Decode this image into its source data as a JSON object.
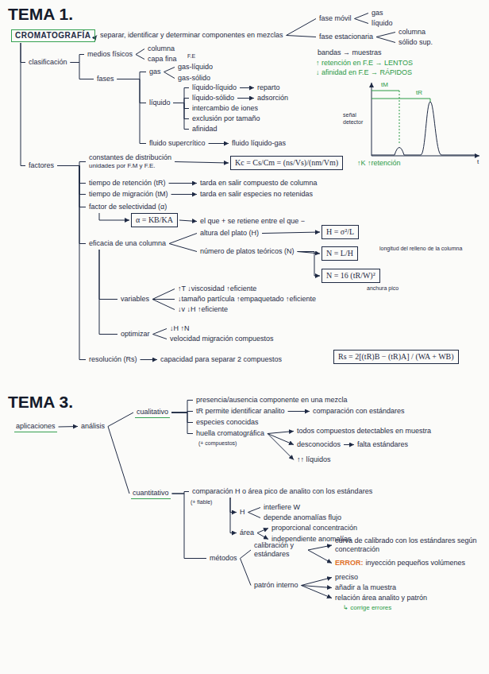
{
  "diagram": {
    "nodes": [
      {
        "text": [
          "CROMATOGRAFÍA"
        ]
      },
      {
        "text": [
          "separar, identificar y determinar componentes en mezclas"
        ]
      },
      {
        "text": [
          "fase móvil"
        ]
      },
      {
        "text": [
          "gas"
        ]
      },
      {
        "text": [
          "líquido"
        ]
      },
      {
        "text": [
          "fase estacionaria"
        ]
      },
      {
        "text": [
          "columna"
        ]
      },
      {
        "text": [
          "sólido sup."
        ]
      },
      {
        "text": [
          "clasificación"
        ]
      },
      {
        "text": [
          "medios físicos"
        ]
      },
      {
        "text": [
          "columna"
        ]
      },
      {
        "text": [
          "capa fina"
        ]
      },
      {
        "text": [
          "fases"
        ]
      },
      {
        "text": [
          "gas"
        ]
      },
      {
        "text": [
          "gas-líquido"
        ]
      },
      {
        "text": [
          "gas-sólido"
        ]
      },
      {
        "text": [
          "líquido"
        ]
      },
      {
        "text": [
          "líquido-líquido"
        ]
      },
      {
        "text": [
          "reparto"
        ]
      },
      {
        "text": [
          "líquido-sólido"
        ]
      },
      {
        "text": [
          "adsorción"
        ]
      },
      {
        "text": [
          "intercambio de iones"
        ]
      },
      {
        "text": [
          "exclusión por tamaño"
        ]
      },
      {
        "text": [
          "afinidad"
        ]
      },
      {
        "text": [
          "fluido supercrítico"
        ]
      },
      {
        "text": [
          "fluido líquido-gas"
        ]
      },
      {
        "text": [
          "factores"
        ]
      },
      {
        "text": [
          "constantes de distribución",
          "unidades por F.M y F.E."
        ]
      },
      {
        "text": [
          "Kc = Cs/Cm = (ns/Vs)/(nm/Vm)"
        ]
      },
      {
        "text": [
          "tiempo de retención (tR)"
        ]
      },
      {
        "text": [
          "tarda en salir compuesto de columna"
        ]
      },
      {
        "text": [
          "tiempo de migración (tM)"
        ]
      },
      {
        "text": [
          "tarda en salir especies no retenidas"
        ]
      },
      {
        "text": [
          "factor de selectividad (α)"
        ]
      },
      {
        "text": [
          "α = KB/KA"
        ]
      },
      {
        "text": [
          "el que + se retiene entre el que −"
        ]
      },
      {
        "text": [
          "eficacia de una columna"
        ]
      },
      {
        "text": [
          "altura del plato (H)"
        ]
      },
      {
        "text": [
          "H = σ²/L"
        ]
      },
      {
        "text": [
          "número de platos teóricos (N)"
        ]
      },
      {
        "text": [
          "N = L/H"
        ]
      },
      {
        "text": [
          "N = 16 (tR/W)²"
        ]
      },
      {
        "text": [
          "variables"
        ]
      },
      {
        "text": [
          "↑T ↓viscosidad ↑eficiente"
        ]
      },
      {
        "text": [
          "↓tamaño partícula ↑empaquetado ↑eficiente"
        ]
      },
      {
        "text": [
          "↓v ↓H ↑eficiente"
        ]
      },
      {
        "text": [
          "optimizar"
        ]
      },
      {
        "text": [
          "↓H ↑N"
        ]
      },
      {
        "text": [
          "velocidad migración compuestos"
        ]
      },
      {
        "text": [
          "resolución (Rs)"
        ]
      },
      {
        "text": [
          "capacidad para separar 2 compuestos"
        ]
      },
      {
        "text": [
          "Rs = 2[(tR)B − (tR)A] / (WA + WB)"
        ]
      },
      {
        "text": [
          "aplicaciones"
        ]
      },
      {
        "text": [
          "análisis"
        ]
      },
      {
        "text": [
          "cualitativo"
        ]
      },
      {
        "text": [
          "presencia/ausencia componente en una mezcla"
        ]
      },
      {
        "text": [
          "tR permite identificar analito"
        ]
      },
      {
        "text": [
          "comparación con estándares"
        ]
      },
      {
        "text": [
          "especies conocidas"
        ]
      },
      {
        "text": [
          "huella cromatográfica"
        ]
      },
      {
        "text": [
          "todos compuestos detectables en muestra"
        ]
      },
      {
        "text": [
          "desconocidos"
        ]
      },
      {
        "text": [
          "falta estándares"
        ]
      },
      {
        "text": [
          "↑↑ líquidos"
        ]
      },
      {
        "text": [
          "cuantitativo"
        ]
      },
      {
        "text": [
          "comparación H o área pico de analito con los estándares"
        ]
      },
      {
        "text": [
          "H"
        ]
      },
      {
        "text": [
          "interfiere W"
        ]
      },
      {
        "text": [
          "depende anomalías flujo"
        ]
      },
      {
        "text": [
          "área"
        ]
      },
      {
        "text": [
          "proporcional concentración"
        ]
      },
      {
        "text": [
          "independiente anomalías"
        ]
      },
      {
        "text": [
          "métodos"
        ]
      },
      {
        "text": [
          "calibración y estándares"
        ]
      },
      {
        "text": [
          "curva de calibrado con los estándares según concentración"
        ]
      },
      {
        "text": [
          "ERROR:",
          "inyección pequeños volúmenes"
        ]
      },
      {
        "text": [
          "patrón interno"
        ]
      },
      {
        "text": [
          "preciso"
        ]
      },
      {
        "text": [
          "añadir a la muestra"
        ]
      },
      {
        "text": [
          "relación área analito y patrón"
        ]
      }
    ],
    "edges": [
      {
        "from": 0,
        "to": 1,
        "arrow": "to"
      },
      {
        "from": 1,
        "to": 2,
        "arrow": "none"
      },
      {
        "from": 1,
        "to": 5,
        "arrow": "none"
      },
      {
        "from": 2,
        "to": 3,
        "arrow": "none"
      },
      {
        "from": 2,
        "to": 4,
        "arrow": "none"
      },
      {
        "from": 5,
        "to": 6,
        "arrow": "none"
      },
      {
        "from": 5,
        "to": 7,
        "arrow": "none"
      },
      {
        "from": 0,
        "to": 8,
        "arrow": "none"
      },
      {
        "from": 0,
        "to": 26,
        "arrow": "none"
      },
      {
        "from": 8,
        "to": 9,
        "arrow": "none"
      },
      {
        "from": 8,
        "to": 12,
        "arrow": "none"
      },
      {
        "from": 9,
        "to": 10,
        "arrow": "none"
      },
      {
        "from": 9,
        "to": 11,
        "arrow": "none"
      },
      {
        "from": 12,
        "to": 13,
        "arrow": "none"
      },
      {
        "from": 12,
        "to": 16,
        "arrow": "none"
      },
      {
        "from": 12,
        "to": 24,
        "arrow": "none"
      },
      {
        "from": 13,
        "to": 14,
        "arrow": "none"
      },
      {
        "from": 13,
        "to": 15,
        "arrow": "none"
      },
      {
        "from": 16,
        "to": 17,
        "arrow": "none"
      },
      {
        "from": 16,
        "to": 19,
        "arrow": "none"
      },
      {
        "from": 16,
        "to": 21,
        "arrow": "none"
      },
      {
        "from": 16,
        "to": 22,
        "arrow": "none"
      },
      {
        "from": 16,
        "to": 23,
        "arrow": "none"
      },
      {
        "from": 17,
        "to": 18,
        "arrow": "to"
      },
      {
        "from": 19,
        "to": 20,
        "arrow": "to"
      },
      {
        "from": 24,
        "to": 25,
        "arrow": "to"
      },
      {
        "from": 26,
        "to": 27,
        "arrow": "none"
      },
      {
        "from": 26,
        "to": 29,
        "arrow": "none"
      },
      {
        "from": 26,
        "to": 31,
        "arrow": "none"
      },
      {
        "from": 26,
        "to": 33,
        "arrow": "none"
      },
      {
        "from": 26,
        "to": 36,
        "arrow": "none"
      },
      {
        "from": 26,
        "to": 49,
        "arrow": "none"
      },
      {
        "from": 27,
        "to": 28,
        "arrow": "to"
      },
      {
        "from": 29,
        "to": 30,
        "arrow": "to"
      },
      {
        "from": 31,
        "to": 32,
        "arrow": "to"
      },
      {
        "from": 33,
        "to": 34,
        "arrow": "to"
      },
      {
        "from": 34,
        "to": 35,
        "arrow": "to"
      },
      {
        "from": 36,
        "to": 37,
        "arrow": "none"
      },
      {
        "from": 36,
        "to": 39,
        "arrow": "none"
      },
      {
        "from": 37,
        "to": 38,
        "arrow": "to"
      },
      {
        "from": 39,
        "to": 40,
        "arrow": "to"
      },
      {
        "from": 39,
        "to": 41,
        "arrow": "to"
      },
      {
        "from": 36,
        "to": 42,
        "arrow": "none"
      },
      {
        "from": 36,
        "to": 46,
        "arrow": "none"
      },
      {
        "from": 42,
        "to": 43,
        "arrow": "none"
      },
      {
        "from": 42,
        "to": 44,
        "arrow": "none"
      },
      {
        "from": 42,
        "to": 45,
        "arrow": "none"
      },
      {
        "from": 46,
        "to": 47,
        "arrow": "none"
      },
      {
        "from": 46,
        "to": 48,
        "arrow": "none"
      },
      {
        "from": 49,
        "to": 50,
        "arrow": "to"
      },
      {
        "from": 52,
        "to": 53,
        "arrow": "to"
      },
      {
        "from": 53,
        "to": 54,
        "arrow": "none"
      },
      {
        "from": 53,
        "to": 64,
        "arrow": "none"
      },
      {
        "from": 54,
        "to": 55,
        "arrow": "none"
      },
      {
        "from": 54,
        "to": 56,
        "arrow": "none"
      },
      {
        "from": 54,
        "to": 58,
        "arrow": "none"
      },
      {
        "from": 54,
        "to": 59,
        "arrow": "none"
      },
      {
        "from": 56,
        "to": 57,
        "arrow": "to"
      },
      {
        "from": 59,
        "to": 60,
        "arrow": "to"
      },
      {
        "from": 59,
        "to": 61,
        "arrow": "to"
      },
      {
        "from": 59,
        "to": 63,
        "arrow": "to"
      },
      {
        "from": 61,
        "to": 62,
        "arrow": "to"
      },
      {
        "from": 64,
        "to": 65,
        "arrow": "none"
      },
      {
        "from": 64,
        "to": 72,
        "arrow": "none"
      },
      {
        "from": 65,
        "to": 66,
        "arrow": "to"
      },
      {
        "from": 65,
        "to": 69,
        "arrow": "to"
      },
      {
        "from": 66,
        "to": 67,
        "arrow": "none"
      },
      {
        "from": 66,
        "to": 68,
        "arrow": "none"
      },
      {
        "from": 69,
        "to": 70,
        "arrow": "to"
      },
      {
        "from": 69,
        "to": 71,
        "arrow": "to"
      },
      {
        "from": 72,
        "to": 73,
        "arrow": "none"
      },
      {
        "from": 72,
        "to": 76,
        "arrow": "none"
      },
      {
        "from": 73,
        "to": 74,
        "arrow": "to"
      },
      {
        "from": 73,
        "to": 75,
        "arrow": "to"
      },
      {
        "from": 76,
        "to": 77,
        "arrow": "to"
      },
      {
        "from": 76,
        "to": 78,
        "arrow": "to"
      },
      {
        "from": 76,
        "to": 79,
        "arrow": "to"
      }
    ],
    "labels": [
      "TEMA 1.",
      "bandas → muestras",
      "↑ retención en F.E → LENTOS",
      "↓ afinidad en F.E → RÁPIDOS",
      "señal detector",
      "tM",
      "tR",
      "t",
      "F.E",
      "↑K ↑retención",
      "longitud del relleno de la columna",
      "anchura pico",
      "TEMA 3.",
      "(+ compuestos)",
      "(+ fiable)",
      "↳ corrige errores"
    ]
  }
}
